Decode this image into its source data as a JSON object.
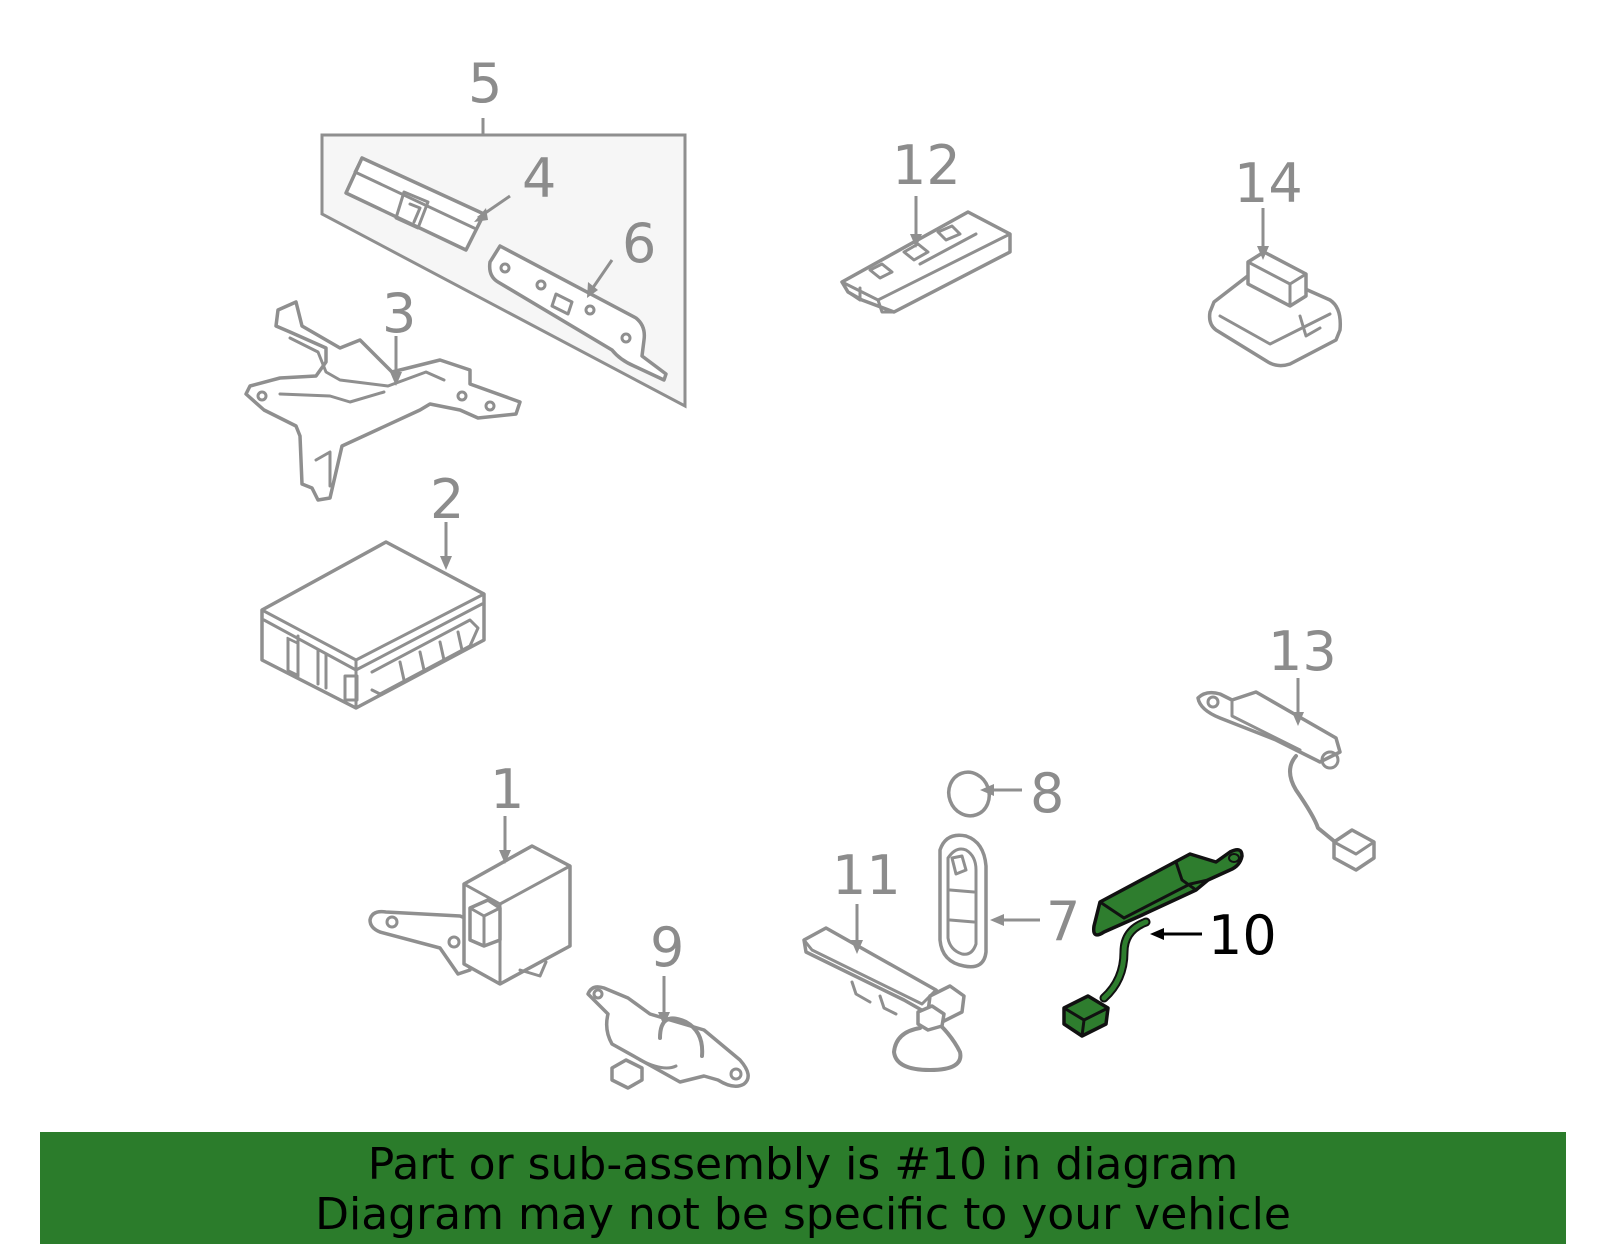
{
  "callouts": {
    "c1": "1",
    "c2": "2",
    "c3": "3",
    "c4": "4",
    "c5": "5",
    "c6": "6",
    "c7": "7",
    "c8": "8",
    "c9": "9",
    "c10": "10",
    "c11": "11",
    "c12": "12",
    "c13": "13",
    "c14": "14"
  },
  "highlighted_part": "10",
  "colors": {
    "highlight": "#2e7d2e",
    "banner": "#2b7c2b",
    "line_art": "#8f8f8f"
  },
  "footer": {
    "line1": "Part or sub-assembly is #10 in diagram",
    "line2": "Diagram may not be specific to your vehicle"
  }
}
